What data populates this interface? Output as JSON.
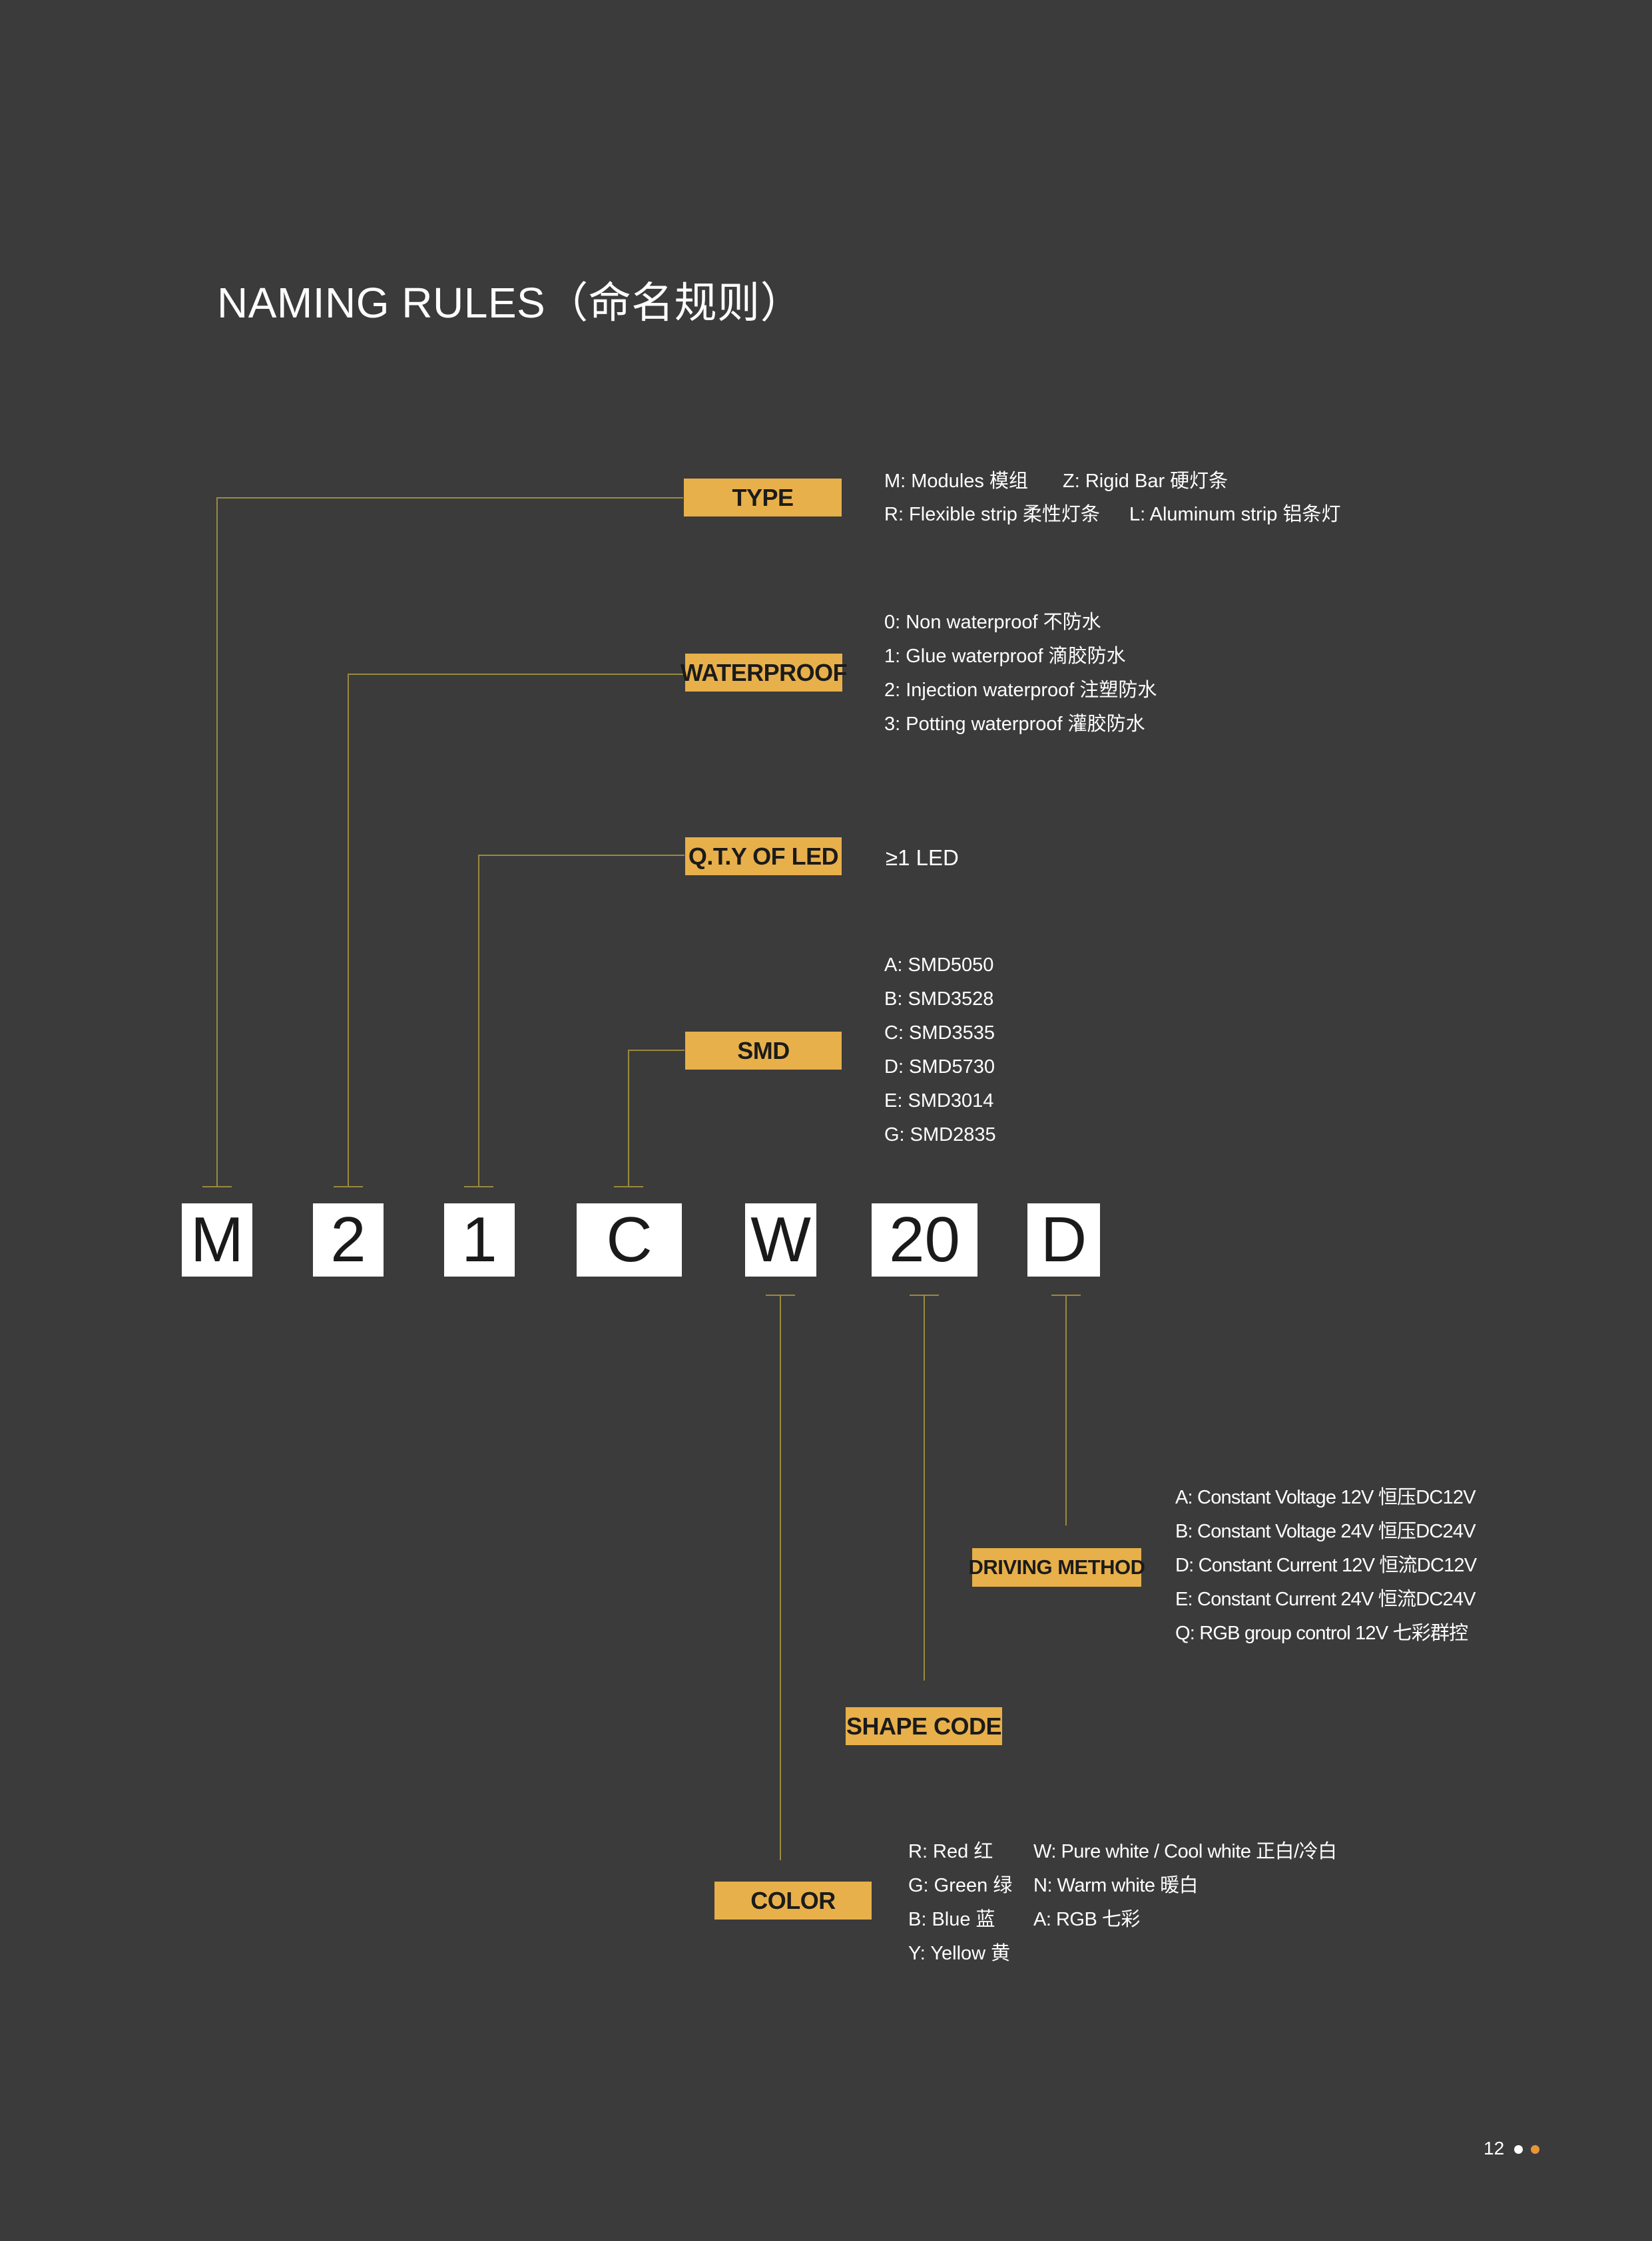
{
  "page": {
    "title": "NAMING RULES（命名规则）",
    "page_number": "12",
    "colors": {
      "background": "#3b3b3b",
      "accent": "#e8b04a",
      "line": "#9a8a3e",
      "dot_white": "#ffffff",
      "dot_orange": "#e8943a"
    }
  },
  "code": {
    "segments": [
      "M",
      "2",
      "1",
      "C",
      "W",
      "20",
      "D"
    ]
  },
  "labels": {
    "type": "TYPE",
    "waterproof": "WATERPROOF",
    "qty": "Q.T.Y OF LED",
    "smd": "SMD",
    "driving": "DRIVING METHOD",
    "shape": "SHAPE CODE",
    "color": "COLOR"
  },
  "type_desc": {
    "m": "M: Modules 模组",
    "z": "Z: Rigid Bar 硬灯条",
    "r": "R: Flexible strip 柔性灯条",
    "l": "L: Aluminum strip 铝条灯"
  },
  "waterproof_desc": [
    "0: Non waterproof 不防水",
    "1: Glue waterproof 滴胶防水",
    "2: Injection waterproof 注塑防水",
    "3: Potting waterproof 灌胶防水"
  ],
  "qty_desc": "≥1 LED",
  "smd_desc": [
    "A: SMD5050",
    "B: SMD3528",
    "C: SMD3535",
    "D: SMD5730",
    "E: SMD3014",
    "G: SMD2835"
  ],
  "driving_desc": [
    "A: Constant Voltage 12V 恒压DC12V",
    "B: Constant Voltage 24V 恒压DC24V",
    "D: Constant Current 12V 恒流DC12V",
    "E: Constant Current 24V 恒流DC24V",
    "Q: RGB group control 12V 七彩群控"
  ],
  "color_desc": {
    "left": [
      "R: Red 红",
      "G: Green 绿",
      "B: Blue 蓝",
      "Y: Yellow 黄"
    ],
    "right": [
      "W: Pure white / Cool white 正白/冷白",
      "N: Warm white 暖白",
      "A: RGB 七彩"
    ]
  }
}
